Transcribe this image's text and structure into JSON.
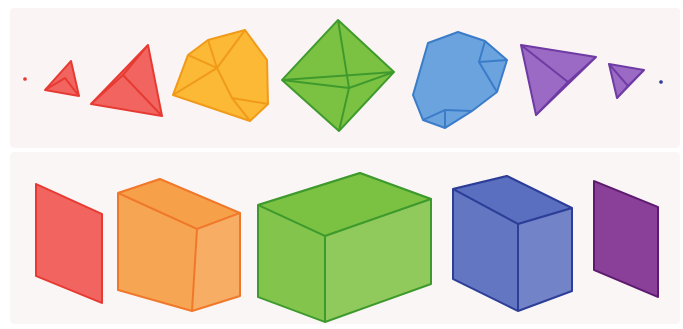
{
  "palette": {
    "red": {
      "fill": "#f2645f",
      "stroke": "#e63a32"
    },
    "orange": {
      "fill": "#f6a04a",
      "stroke": "#f0782a"
    },
    "yellow": {
      "fill": "#fbb935",
      "stroke": "#f19a1a"
    },
    "green": {
      "fill": "#7cc242",
      "stroke": "#3f9a2d"
    },
    "blue": {
      "fill": "#6aa3de",
      "stroke": "#3b7cc9"
    },
    "indigo": {
      "fill": "#5a6fbf",
      "stroke": "#2d3e98"
    },
    "purple": {
      "fill": "#9b6ac4",
      "stroke": "#6e3aa3"
    },
    "violet": {
      "fill": "#8a3f99",
      "stroke": "#5d1a6f"
    }
  },
  "rows": {
    "top": {
      "description_shapes": [
        "dot",
        "small-tetrahedron",
        "tetrahedron",
        "polyhedron",
        "octahedron",
        "polyhedron",
        "tetrahedron",
        "small-tetrahedron",
        "dot"
      ],
      "colors": [
        "red",
        "red",
        "red",
        "yellow",
        "green",
        "blue",
        "purple",
        "purple",
        "indigo"
      ]
    },
    "bottom": {
      "description_shapes": [
        "square-face",
        "cube",
        "cuboid",
        "cube",
        "square-face"
      ],
      "colors": [
        "red",
        "orange",
        "green",
        "indigo",
        "violet"
      ]
    }
  }
}
